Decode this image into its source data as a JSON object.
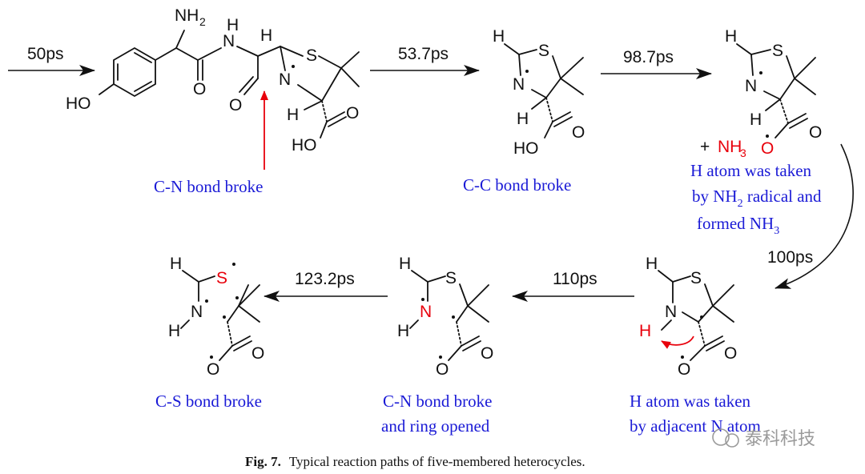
{
  "times": {
    "t1": "50ps",
    "t2": "53.7ps",
    "t3": "98.7ps",
    "t4": "100ps",
    "t5": "110ps",
    "t6": "123.2ps"
  },
  "atoms": {
    "NH2": "NH",
    "NH2_sub": "2",
    "N": "N",
    "H": "H",
    "HO": "HO",
    "O": "O",
    "S": "S"
  },
  "byproduct": {
    "plus": "+",
    "NH3": "NH",
    "NH3_sub": "3"
  },
  "annotations": {
    "cn_break": "C-N bond broke",
    "cc_break": "C-C bond broke",
    "h_taken_1": "H atom was taken",
    "h_taken_2_a": "by NH",
    "h_taken_2_sub": "2",
    "h_taken_2_b": " radical and",
    "h_taken_3_a": "formed NH",
    "h_taken_3_sub": "3",
    "h_adj_1": "H atom was taken",
    "h_adj_2": "by adjacent N atom",
    "cn_ring_1": "C-N bond broke",
    "cn_ring_2": "and ring opened",
    "cs_break": "C-S bond broke"
  },
  "caption": {
    "label": "Fig. 7.",
    "text": "Typical reaction paths of five-membered heterocycles."
  },
  "watermark": "泰科科技",
  "colors": {
    "annotation": "#1a1ad6",
    "highlight": "#e8000b",
    "ink": "#111111"
  }
}
